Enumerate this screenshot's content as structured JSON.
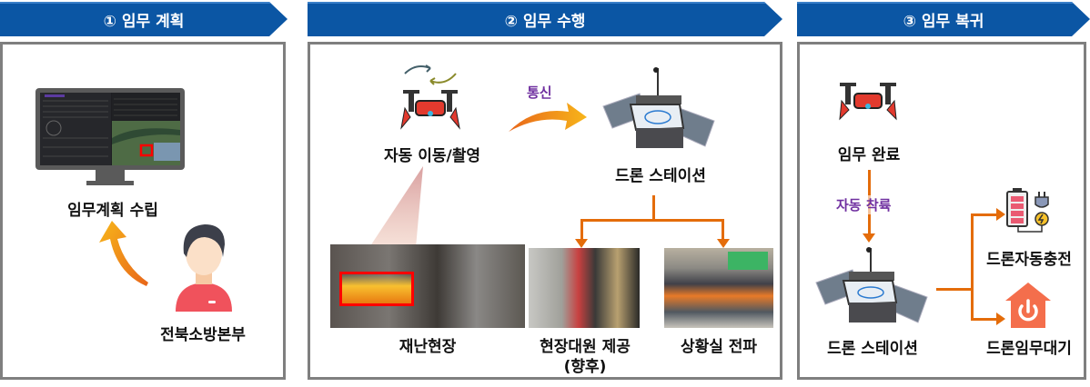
{
  "stages": [
    {
      "label": "① 임무 계획"
    },
    {
      "label": "② 임무 수행"
    },
    {
      "label": "③ 임무 복귀"
    }
  ],
  "plan": {
    "monitor_caption": "임무계획 수립",
    "person_caption": "전북소방본부"
  },
  "execute": {
    "drone_caption": "자동 이동/촬영",
    "comm_label": "통신",
    "station_caption": "드론 스테이션",
    "photos": [
      {
        "caption": "재난현장"
      },
      {
        "caption": "현장대원 제공",
        "caption2": "(향후)"
      },
      {
        "caption": "상황실 전파"
      }
    ]
  },
  "return": {
    "drone_caption": "임무 완료",
    "landing_label": "자동 착륙",
    "station_caption": "드론 스테이션",
    "charge_caption": "드론자동충전",
    "standby_caption": "드론임무대기"
  },
  "colors": {
    "banner": "#0b56a4",
    "panel_border": "#7f7f7f",
    "arrow_orange": "#e46c0a",
    "label_purple": "#7030a0",
    "highlight_red": "#ff0000"
  }
}
